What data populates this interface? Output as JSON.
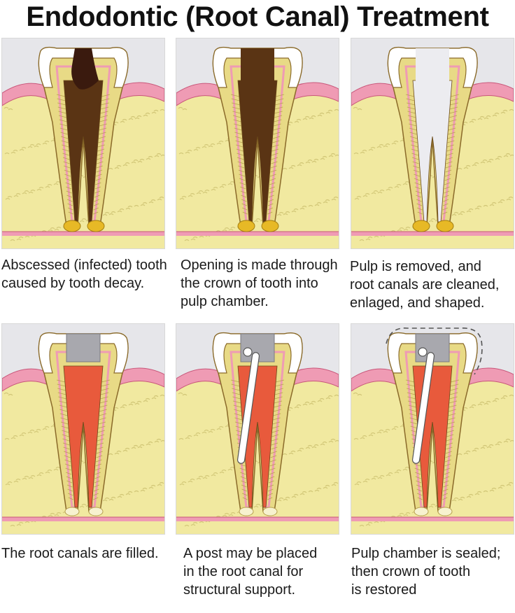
{
  "title": "Endodontic (Root Canal) Treatment",
  "steps": [
    {
      "caption_lines": [
        "Abscessed (infected) tooth",
        "caused by tooth decay."
      ]
    },
    {
      "caption_lines": [
        "Opening is made through",
        "the crown of tooth into",
        "pulp chamber."
      ]
    },
    {
      "caption_lines": [
        "Pulp is  removed, and",
        "root canals are cleaned,",
        "enlaged, and shaped."
      ]
    },
    {
      "caption_lines": [
        "The root canals are filled."
      ]
    },
    {
      "caption_lines": [
        "A post may be placed",
        "in the root canal for",
        "structural support."
      ]
    },
    {
      "caption_lines": [
        "Pulp chamber is sealed;",
        "then crown of tooth",
        "is restored"
      ]
    }
  ],
  "colors": {
    "bone": "#f1e9a0",
    "gum": "#ef9bb4",
    "enamel": "#ffffff",
    "dentin": "#e8da86",
    "pulp_infected": "#5a3414",
    "decay": "#3a1a0e",
    "abscess": "#e7b926",
    "filling": "#e85a3c",
    "seal": "#a8a8ae",
    "post": "#ffffff"
  }
}
